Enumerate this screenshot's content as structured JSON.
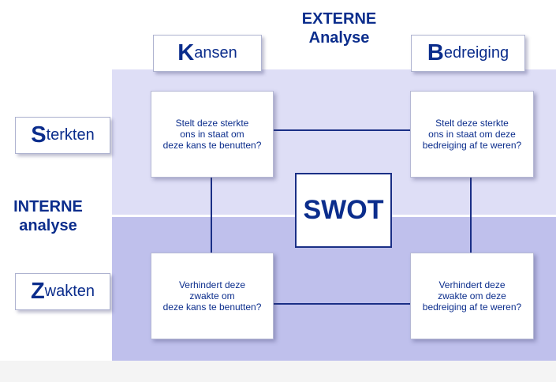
{
  "external": {
    "line1": "EXTERNE",
    "line2": "Analyse"
  },
  "internal": {
    "line1": "INTERNE",
    "line2": "analyse"
  },
  "columns": {
    "kansen": {
      "first": "K",
      "rest": "ansen"
    },
    "bedreiging": {
      "first": "B",
      "rest": "edreiging"
    }
  },
  "rows": {
    "sterkten": {
      "first": "S",
      "rest": "terkten"
    },
    "zwakten": {
      "first": "Z",
      "rest": "wakten"
    }
  },
  "center": "SWOT",
  "quadrants": {
    "sterkten_kansen": [
      "Stelt deze sterkte",
      "ons in staat om",
      "deze kans te benutten?"
    ],
    "sterkten_bedreiging": [
      "Stelt deze sterkte",
      "ons in staat om deze",
      "bedreiging af te weren?"
    ],
    "zwakten_kansen": [
      "Verhindert deze",
      "zwakte om",
      "deze kans te benutten?"
    ],
    "zwakten_bedreiging": [
      "Verhindert deze",
      "zwakte om deze",
      "bedreiging af te weren?"
    ]
  },
  "colors": {
    "text": "#0b2d8c",
    "band_top": "#dedef6",
    "band_bottom": "#bfc0ec",
    "connector": "#1a2f86"
  }
}
